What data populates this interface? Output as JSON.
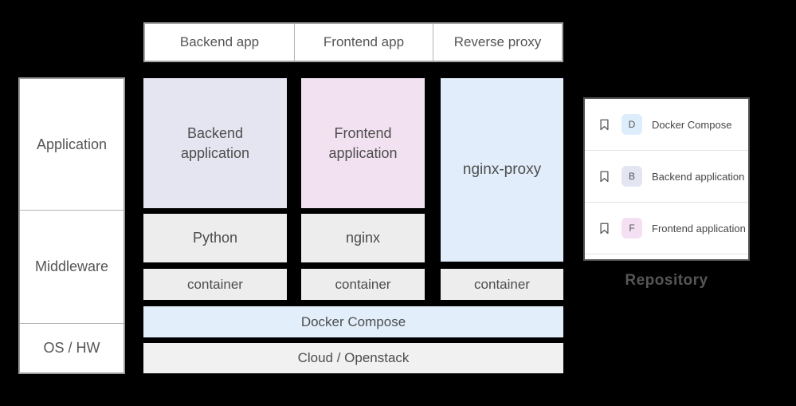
{
  "header": {
    "columns": [
      "Backend app",
      "Frontend app",
      "Reverse proxy"
    ]
  },
  "layer_labels": [
    "Application",
    "Middleware",
    "OS / HW"
  ],
  "stack": {
    "app_row": [
      "Backend application",
      "Frontend application",
      "nginx-proxy"
    ],
    "middleware_row": [
      "Python",
      "nginx"
    ],
    "container_row": [
      "container",
      "container",
      "container"
    ],
    "orchestration": "Docker Compose",
    "infrastructure": "Cloud / Openstack"
  },
  "repository": {
    "title": "Repository",
    "items": [
      {
        "badge_letter": "D",
        "badge_color": "#ddedfb",
        "label": "Docker Compose"
      },
      {
        "badge_letter": "B",
        "badge_color": "#e4e5f3",
        "label": "Backend application"
      },
      {
        "badge_letter": "F",
        "badge_color": "#f5e0f3",
        "label": "Frontend application"
      }
    ]
  },
  "colors": {
    "background": "#000000",
    "backend_fill": "#e4e5f1",
    "frontend_fill": "#f2e2f1",
    "proxy_fill": "#e1edfa",
    "orchestration_fill": "#e2effb",
    "middleware_fill": "#ededed",
    "infrastructure_fill": "#f1f1f1",
    "text": "#4d4d4d"
  }
}
